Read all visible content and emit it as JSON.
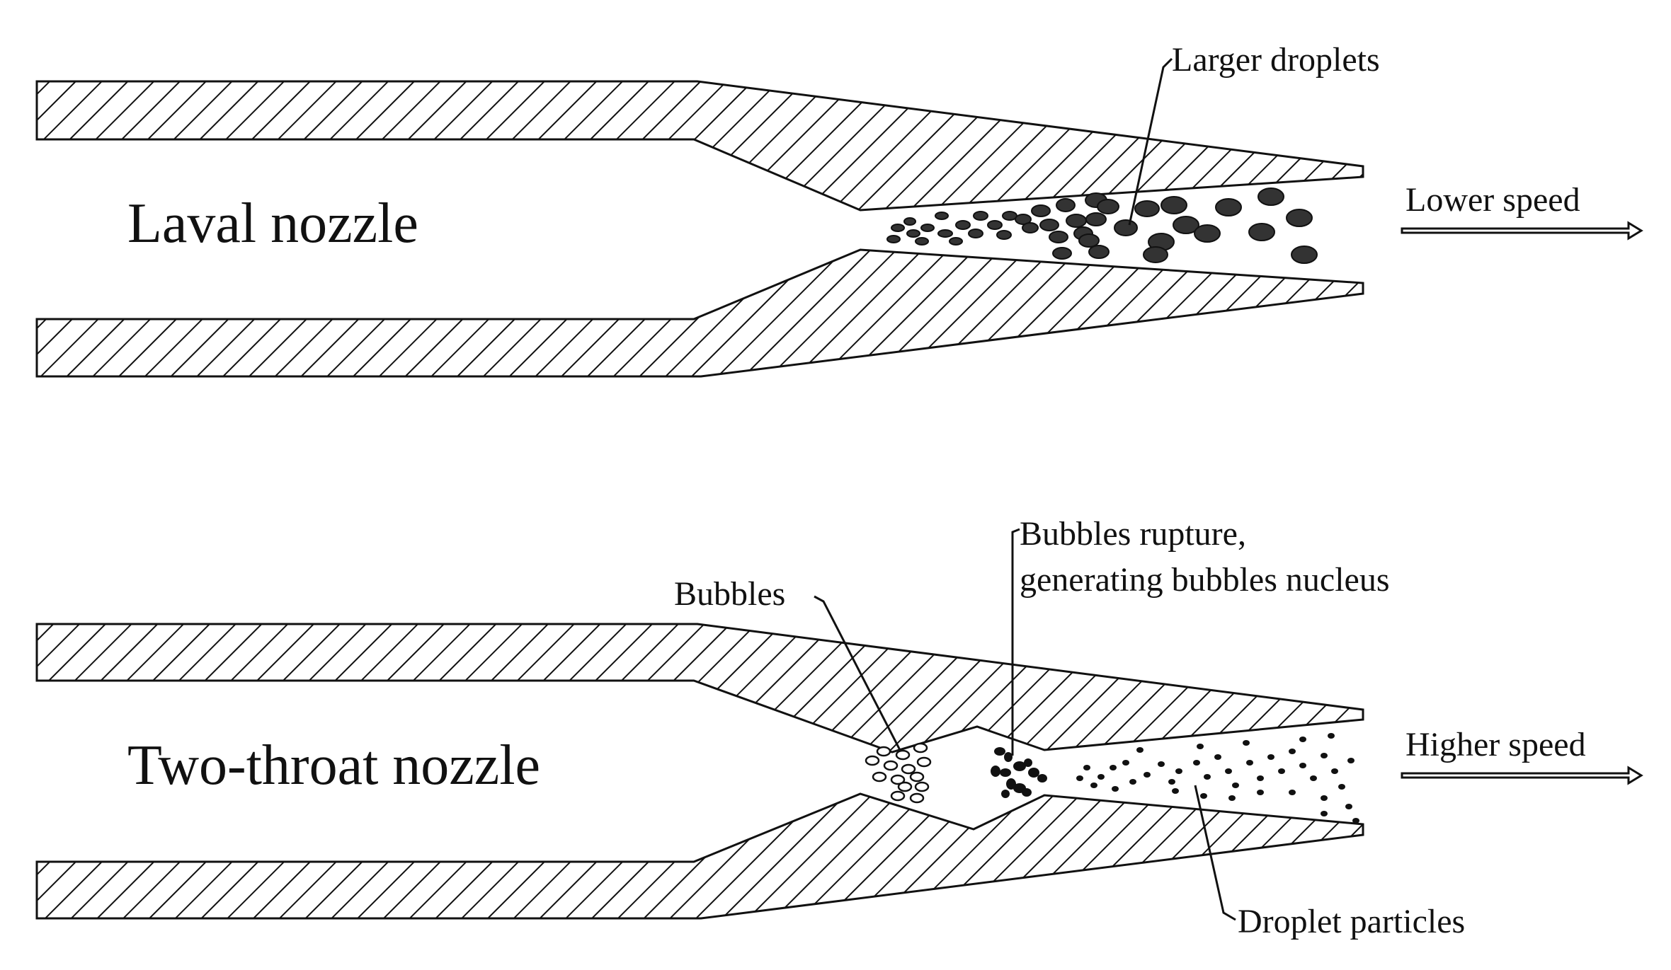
{
  "colors": {
    "ink": "#111111",
    "background": "#ffffff",
    "droplet_fill": "#333333"
  },
  "laval": {
    "title": "Laval nozzle",
    "callout_large_droplets": "Larger droplets",
    "speed": "Lower speed"
  },
  "two_throat": {
    "title": "Two-throat nozzle",
    "callout_bubbles": "Bubbles",
    "callout_rupture": [
      "Bubbles rupture,",
      "generating bubbles nucleus"
    ],
    "callout_droplets": "Droplet particles",
    "speed": "Higher speed"
  }
}
